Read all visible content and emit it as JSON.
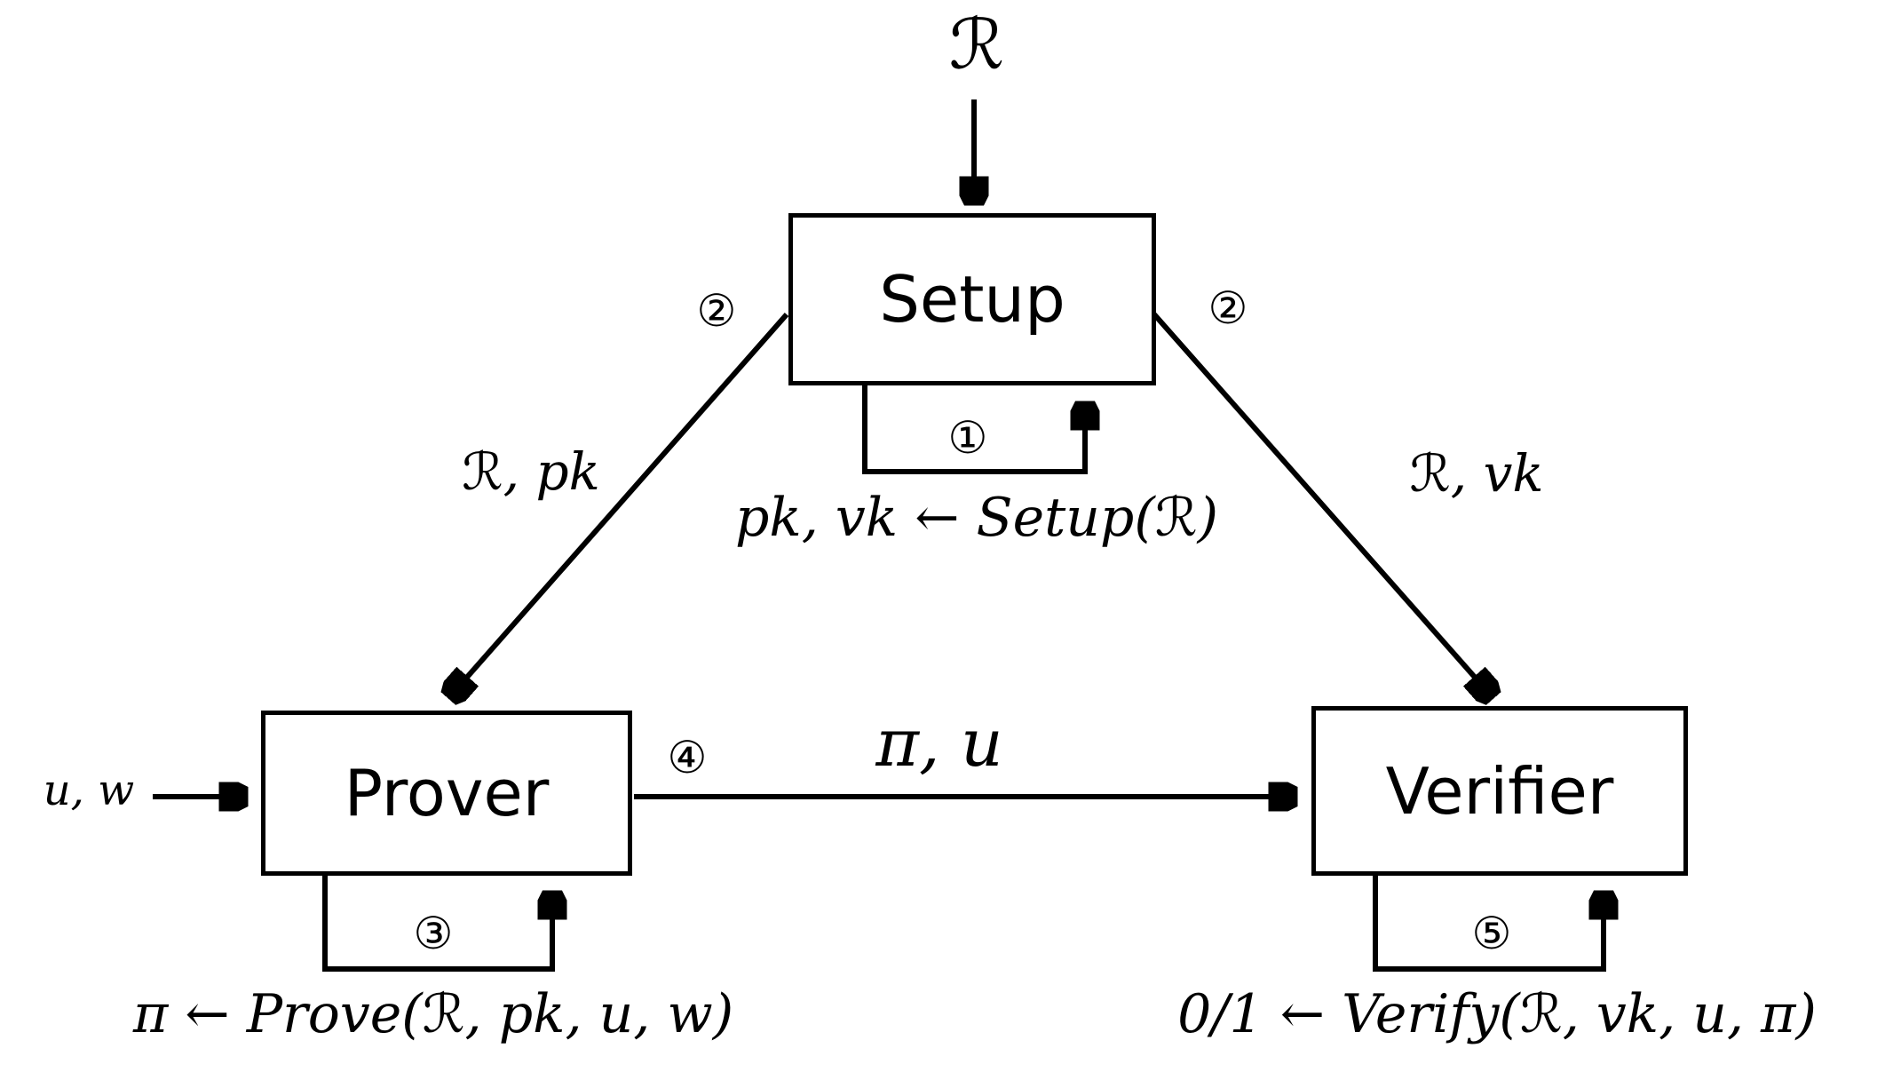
{
  "diagram": {
    "background": "#ffffff",
    "stroke_color": "#000000",
    "nodes": {
      "setup": {
        "label": "Setup"
      },
      "prover": {
        "label": "Prover"
      },
      "verifier": {
        "label": "Verifier"
      }
    },
    "inputs": {
      "relation": "ℛ",
      "witness": "u, w"
    },
    "steps": {
      "one": "①",
      "two_left": "②",
      "two_right": "②",
      "three": "③",
      "four": "④",
      "five": "⑤"
    },
    "edge_labels": {
      "setup_to_prover": "ℛ, pk",
      "setup_to_verifier": "ℛ, vk",
      "prover_to_verifier": "π, u"
    },
    "formulas": {
      "setup": "pk, vk ← Setup(ℛ)",
      "prove": "π ← Prove(ℛ, pk, u, w)",
      "verify": "0/1 ← Verify(ℛ, vk, u, π)"
    }
  }
}
